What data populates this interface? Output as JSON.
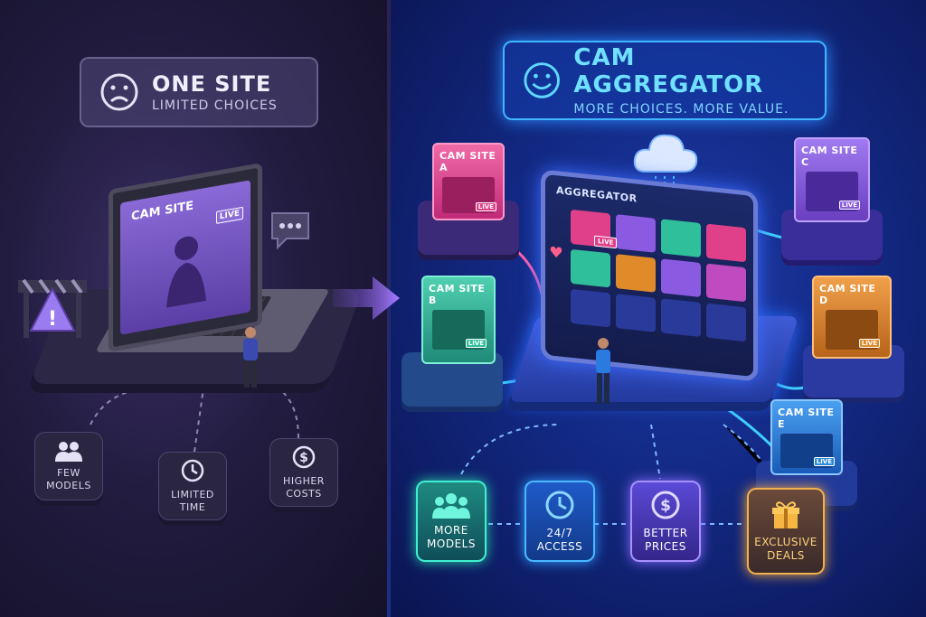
{
  "left": {
    "banner": {
      "title": "ONE SITE",
      "subtitle": "LIMITED CHOICES",
      "icon": "sad-face-icon"
    },
    "laptop": {
      "screen_title": "CAM SITE",
      "badge": "LIVE"
    },
    "features": [
      {
        "label_line1": "FEW",
        "label_line2": "MODELS",
        "icon": "people-icon"
      },
      {
        "label_line1": "LIMITED",
        "label_line2": "TIME",
        "icon": "clock-icon"
      },
      {
        "label_line1": "HIGHER",
        "label_line2": "COSTS",
        "icon": "dollar-icon"
      }
    ]
  },
  "right": {
    "banner": {
      "title": "CAM AGGREGATOR",
      "subtitle": "MORE CHOICES. MORE VALUE.",
      "icon": "happy-face-icon"
    },
    "aggregator": {
      "screen_title": "AGGREGATOR",
      "badge": "LIVE"
    },
    "sites": [
      {
        "title": "CAM SITE A",
        "badge": "LIVE",
        "color": "#e0408a"
      },
      {
        "title": "CAM SITE B",
        "badge": "LIVE",
        "color": "#2fbf9a"
      },
      {
        "title": "CAM SITE C",
        "badge": "LIVE",
        "color": "#8a5ae0"
      },
      {
        "title": "CAM SITE D",
        "badge": "LIVE",
        "color": "#e08a2a"
      },
      {
        "title": "CAM SITE E",
        "badge": "LIVE",
        "color": "#2a8ad6"
      }
    ],
    "benefits": [
      {
        "label_line1": "MORE",
        "label_line2": "MODELS",
        "icon": "people-icon",
        "color": "#27c9a8"
      },
      {
        "label_line1": "24/7",
        "label_line2": "ACCESS",
        "icon": "clock-icon",
        "color": "#2d9bff"
      },
      {
        "label_line1": "BETTER",
        "label_line2": "PRICES",
        "icon": "dollar-icon",
        "color": "#8a6cff"
      },
      {
        "label_line1": "EXCLUSIVE",
        "label_line2": "DEALS",
        "icon": "gift-icon",
        "color": "#f0a53a"
      }
    ]
  }
}
